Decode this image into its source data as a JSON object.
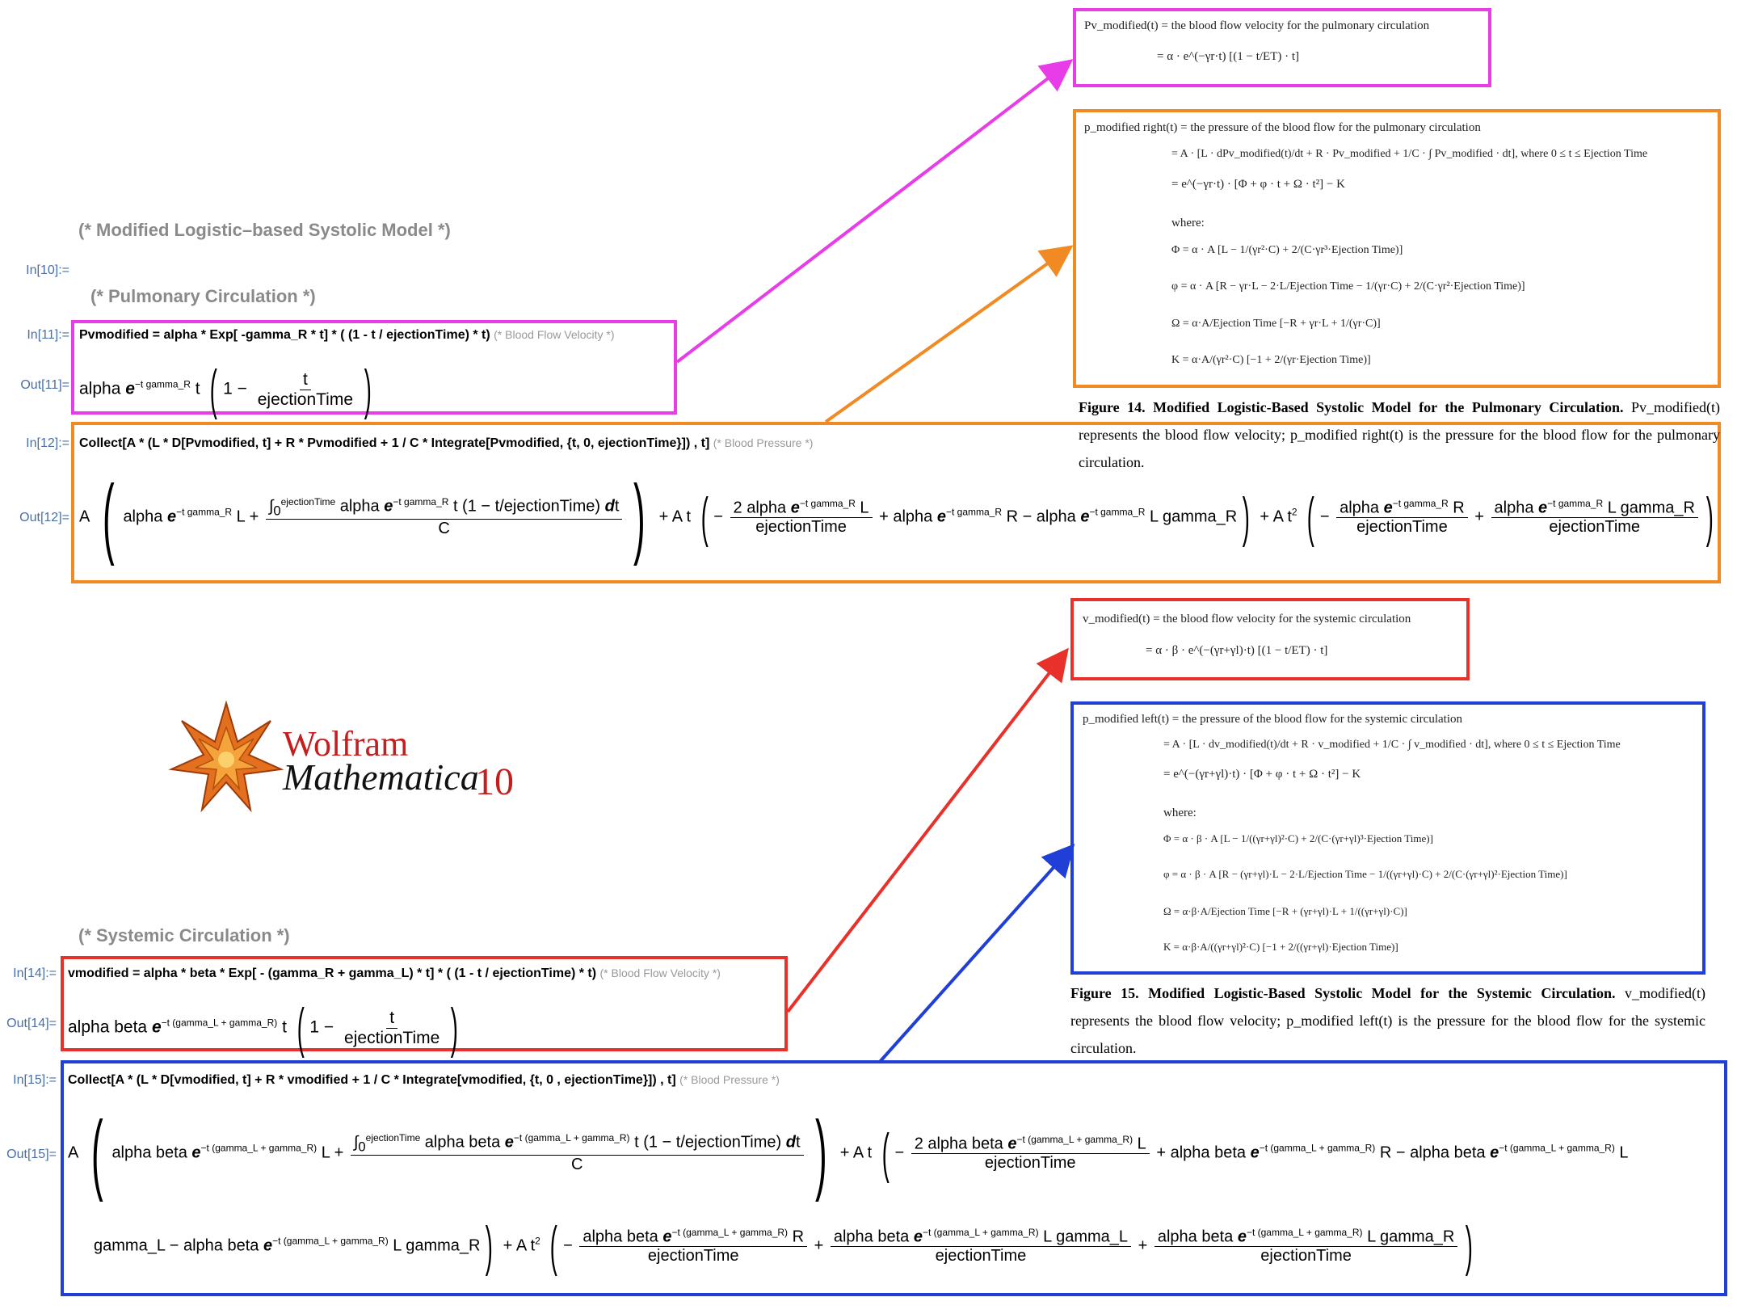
{
  "comments": {
    "model": "(* Modified Logistic–based Systolic Model *)",
    "pulmonary": "(* Pulmonary Circulation *)",
    "systemic": "(* Systemic Circulation *)"
  },
  "labels": {
    "in10": "In[10]:=",
    "in11": "In[11]:=",
    "out11": "Out[11]=",
    "in12": "In[12]:=",
    "out12": "Out[12]=",
    "in14": "In[14]:=",
    "out14": "Out[14]=",
    "in15": "In[15]:=",
    "out15": "Out[15]="
  },
  "cells": {
    "in11_code": "Pvmodified = alpha * Exp[ -gamma_R * t] * ( (1 - t / ejectionTime) * t)",
    "in11_comment": "(* Blood Flow Velocity *)",
    "out11_text": "alpha e^(-t gamma_R) t (1 - t/ejectionTime)",
    "in12_code": "Collect[A * (L * D[Pvmodified, t] + R * Pvmodified + 1 / C * Integrate[Pvmodified, {t, 0, ejectionTime}]) , t]",
    "in12_comment": "(* Blood Pressure *)",
    "in14_code": "vmodified = alpha * beta * Exp[ - (gamma_R + gamma_L) * t] * ( (1 - t / ejectionTime) * t)",
    "in14_comment": "(* Blood Flow Velocity *)",
    "in15_code": "Collect[A * (L * D[vmodified, t] + R * vmodified + 1 / C * Integrate[vmodified, {t, 0 , ejectionTime}]) , t]",
    "in15_comment": "(* Blood Pressure *)"
  },
  "logo": {
    "brand": "Wolfram",
    "product": "Mathematica",
    "version": "10"
  },
  "captions": {
    "fig14_title": "Figure 14. Modified Logistic-Based Systolic Model for the Pulmonary Circulation.",
    "fig14_body": "Pv_modified(t) represents the blood flow velocity; p_modified right(t) is the pressure for the blood flow for the pulmonary circulation.",
    "fig15_title": "Figure 15. Modified Logistic-Based Systolic Model for the Systemic Circulation.",
    "fig15_body": "v_modified(t) represents the blood flow velocity; p_modified left(t) is the pressure for the blood flow for the systemic circulation."
  },
  "equations": {
    "pulm_velocity_1": "Pv_modified(t) = the blood flow velocity for the pulmonary circulation",
    "pulm_velocity_2": "= α · e^(−γr·t) [(1 − t/ET) · t]",
    "pulm_pressure_1": "p_modified right(t) = the pressure of the blood flow for the pulmonary circulation",
    "pulm_pressure_2": "= A · [L · dPv_modified(t)/dt + R · Pv_modified + 1/C · ∫ Pv_modified · dt], where 0 ≤ t ≤ Ejection Time",
    "pulm_pressure_3": "= e^(−γr·t) · [Φ + φ · t + Ω · t²] − K",
    "where": "where:",
    "pulm_phi": "Φ = α · A [L − 1/(γr²·C) + 2/(C·γr³·Ejection Time)]",
    "pulm_varphi": "φ = α · A [R − γr·L − 2·L/Ejection Time − 1/(γr·C) + 2/(C·γr²·Ejection Time)]",
    "pulm_omega": "Ω = α·A/Ejection Time [−R + γr·L + 1/(γr·C)]",
    "pulm_k": "K = α·A/(γr²·C) [−1 + 2/(γr·Ejection Time)]",
    "sys_velocity_1": "v_modified(t) = the blood flow velocity for the systemic circulation",
    "sys_velocity_2": "= α · β · e^(−(γr+γl)·t) [(1 − t/ET) · t]",
    "sys_pressure_1": "p_modified left(t) = the pressure of the blood flow for the systemic circulation",
    "sys_pressure_2": "= A · [L · dv_modified(t)/dt + R · v_modified + 1/C · ∫ v_modified · dt], where 0 ≤ t ≤ Ejection Time",
    "sys_pressure_3": "= e^(−(γr+γl)·t) · [Φ + φ · t + Ω · t²] − K",
    "sys_phi": "Φ = α · β · A [L − 1/((γr+γl)²·C) + 2/(C·(γr+γl)³·Ejection Time)]",
    "sys_varphi": "φ = α · β · A [R − (γr+γl)·L − 2·L/Ejection Time − 1/((γr+γl)·C) + 2/(C·(γr+γl)²·Ejection Time)]",
    "sys_omega": "Ω = α·β·A/Ejection Time [−R + (γr+γl)·L + 1/((γr+γl)·C)]",
    "sys_k": "K = α·β·A/((γr+γl)²·C) [−1 + 2/((γr+γl)·Ejection Time)]"
  },
  "colors": {
    "magenta": "#e83ce8",
    "orange": "#f28a24",
    "red": "#e8312a",
    "blue": "#1f3fd6"
  }
}
